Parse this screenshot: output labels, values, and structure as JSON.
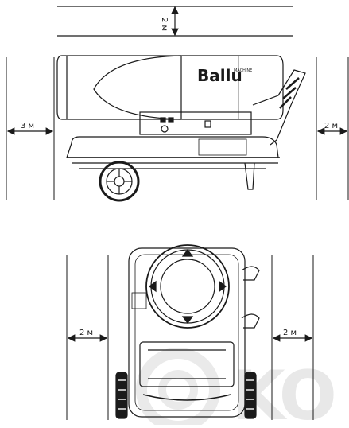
{
  "labels": {
    "top_clearance": "2 м",
    "left_clearance": "3 м",
    "right_clearance_side": "2 м",
    "left_clearance_top": "2 м",
    "right_clearance_top": "2 м"
  },
  "brand": {
    "logo_text": "Ballu",
    "logo_sub": "MACHINE"
  },
  "watermark": "KO",
  "colors": {
    "line": "#1a1a1a",
    "watermark": "#e6e6e6"
  }
}
